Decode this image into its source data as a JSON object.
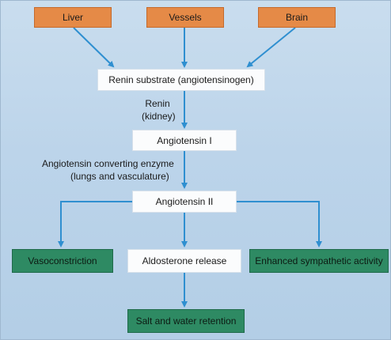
{
  "sources": {
    "liver": "Liver",
    "vessels": "Vessels",
    "brain": "Brain"
  },
  "nodes": {
    "renin_substrate": "Renin substrate (angiotensinogen)",
    "angiotensin_1": "Angiotensin I",
    "angiotensin_2": "Angiotensin II",
    "vasoconstriction": "Vasoconstriction",
    "aldosterone_release": "Aldosterone release",
    "sympathetic_activity": "Enhanced sympathetic activity",
    "salt_water_retention": "Salt and water retention"
  },
  "edge_labels": {
    "renin_line1": "Renin",
    "renin_line2": "(kidney)",
    "ace_line1": "Angiotensin converting enzyme",
    "ace_line2": "(lungs and vasculature)"
  },
  "colors": {
    "source_box": "#e58a47",
    "effect_box": "#2e8a63",
    "arrow": "#2f8fd0"
  }
}
